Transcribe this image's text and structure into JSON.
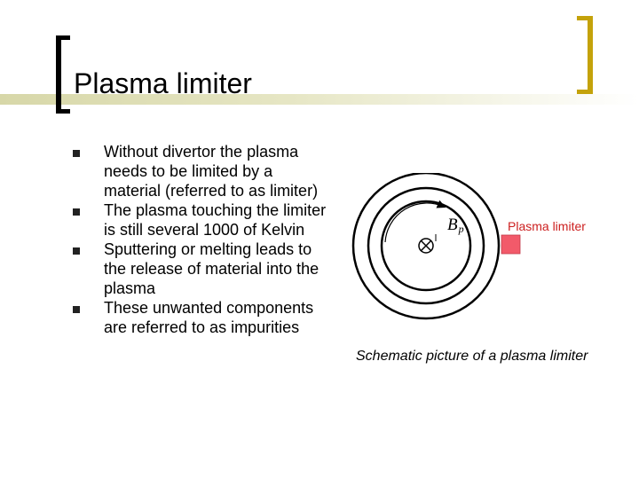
{
  "slide": {
    "title": "Plasma limiter",
    "bullets": [
      "Without divertor the plasma needs to be limited by a material (referred to as limiter)",
      "The plasma touching the limiter is still several 1000 of Kelvin",
      "Sputtering or melting leads to the release of material into the plasma",
      "These unwanted components are referred to as impurities"
    ]
  },
  "figure": {
    "field_label_base": "B",
    "field_label_sub": "p",
    "limiter_label": "Plasma limiter",
    "caption": "Schematic picture of a plasma limiter"
  },
  "colors": {
    "limiter": "#f25a6a",
    "limiter_label": "#cc1f1f",
    "right_bracket": "#c4a20a"
  }
}
